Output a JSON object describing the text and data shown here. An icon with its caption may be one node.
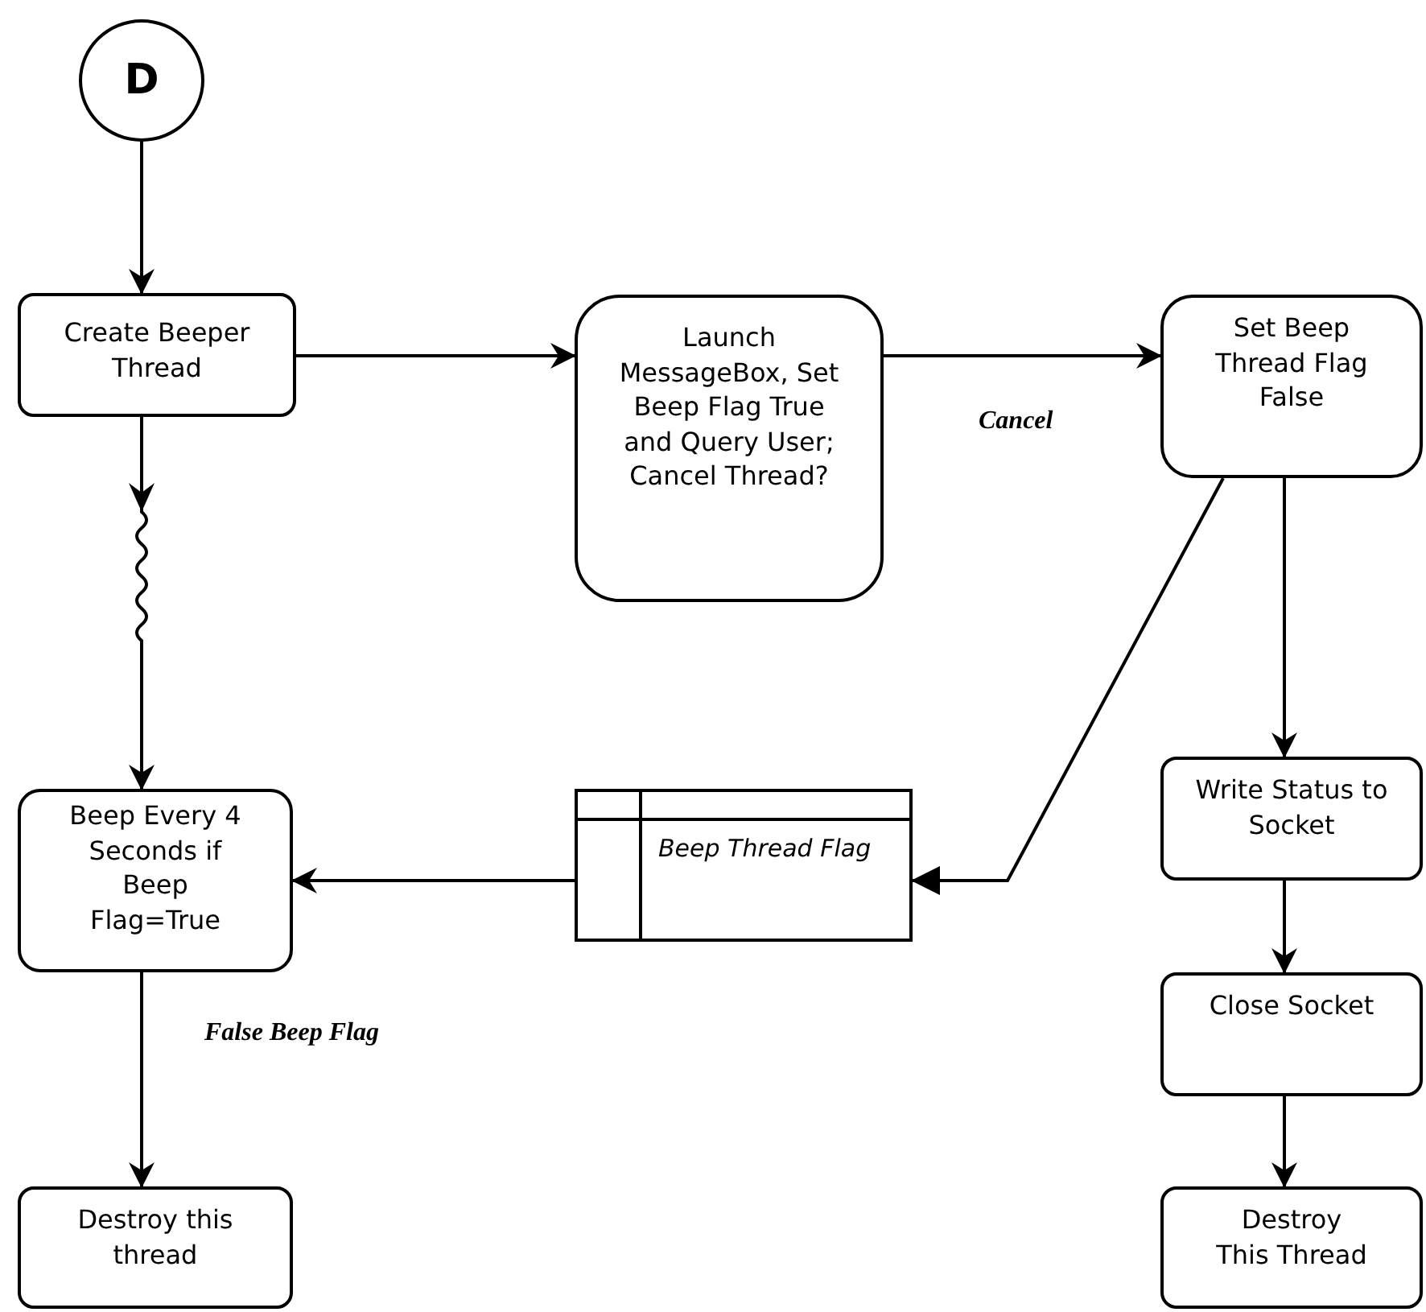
{
  "diagram": {
    "nodes": [
      {
        "text": [
          "D"
        ]
      },
      {
        "text": [
          "Create Beeper Thread"
        ]
      },
      {
        "text": [
          "Launch MessageBox, Set Beep Flag True and Query User; Cancel Thread?"
        ]
      },
      {
        "text": [
          "Set Beep Thread Flag False"
        ]
      },
      {
        "text": [
          "Beep Every 4 Seconds if Beep Flag=True"
        ]
      },
      {
        "text": [
          "Beep Thread Flag"
        ]
      },
      {
        "text": [
          "Write Status to Socket"
        ]
      },
      {
        "text": [
          "Close Socket"
        ]
      },
      {
        "text": [
          "Destroy this thread"
        ]
      },
      {
        "text": [
          "Destroy This Thread"
        ]
      }
    ],
    "edges": [
      {
        "from": 0,
        "to": 1,
        "arrow": "to"
      },
      {
        "from": 1,
        "to": 2,
        "arrow": "to"
      },
      {
        "from": 2,
        "to": 3,
        "arrow": "to",
        "label": "Cancel"
      },
      {
        "from": 1,
        "to": 4,
        "arrow": "to"
      },
      {
        "from": 3,
        "to": 5,
        "arrow": "to"
      },
      {
        "from": 5,
        "to": 4,
        "arrow": "to"
      },
      {
        "from": 4,
        "to": 8,
        "arrow": "to",
        "label": "False Beep Flag"
      },
      {
        "from": 3,
        "to": 6,
        "arrow": "to"
      },
      {
        "from": 6,
        "to": 7,
        "arrow": "to"
      },
      {
        "from": 7,
        "to": 9,
        "arrow": "to"
      }
    ]
  }
}
